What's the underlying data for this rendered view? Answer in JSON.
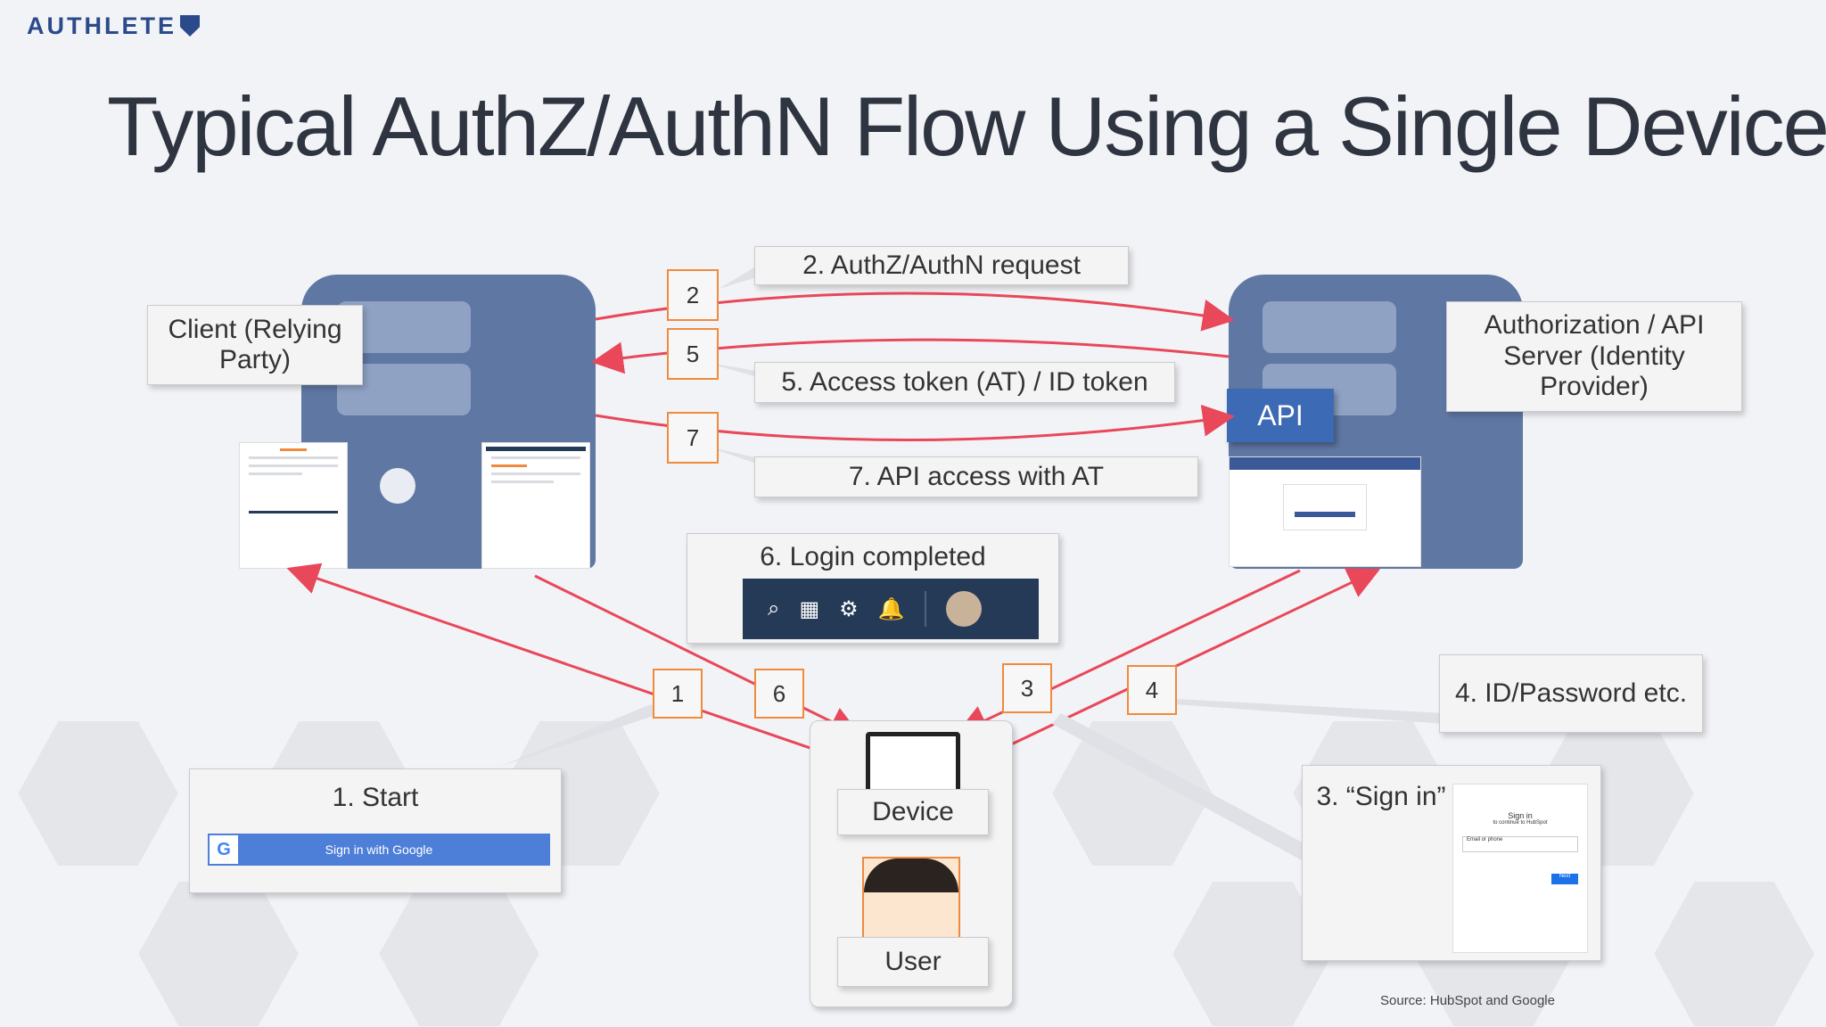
{
  "logo": "AUTHLETE",
  "title": "Typical AuthZ/AuthN Flow Using a Single Device",
  "client_label": "Client (Relying Party)",
  "server_label": "Authorization / API Server (Identity Provider)",
  "api_label": "API",
  "steps": {
    "s1": "1. Start",
    "s2": "2. AuthZ/AuthN request",
    "s3": "3. “Sign in”",
    "s4": "4. ID/Password etc.",
    "s5": "5. Access token (AT) / ID token",
    "s6": "6. Login completed",
    "s7": "7. API access with AT"
  },
  "numbers": {
    "n1": "1",
    "n2": "2",
    "n3": "3",
    "n4": "4",
    "n5": "5",
    "n6": "6",
    "n7": "7"
  },
  "device_label": "Device",
  "user_label": "User",
  "google_button": "Sign in with Google",
  "signin_card": {
    "heading": "Sign in",
    "sub": "to continue to HubSpot",
    "field": "Email or phone",
    "next": "Next"
  },
  "source": "Source: HubSpot and Google",
  "icons": [
    "search-icon",
    "store-icon",
    "gear-icon",
    "bell-icon",
    "avatar"
  ],
  "colors": {
    "arrow": "#e8485a",
    "number_border": "#f08a3c",
    "server": "#5f77a3",
    "api": "#3d6ab4",
    "brand": "#2b4a8b"
  }
}
